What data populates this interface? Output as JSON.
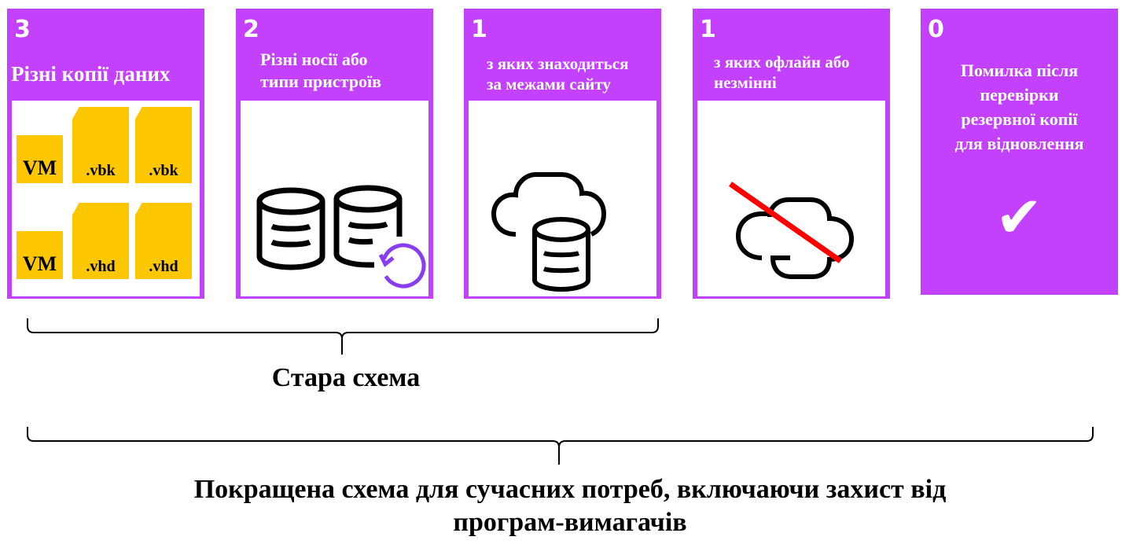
{
  "cards": [
    {
      "number": "3",
      "title": "Різні копії даних",
      "files": [
        "VM",
        ".vbk",
        ".vbk",
        "VM",
        ".vhd",
        ".vhd"
      ]
    },
    {
      "number": "2",
      "title_lines": [
        "Різні носії або",
        "типи пристроїв"
      ]
    },
    {
      "number": "1",
      "title_lines": [
        "з яких знаходиться",
        "за межами сайту"
      ]
    },
    {
      "number": "1",
      "title_lines": [
        "з яких офлайн або",
        "незмінні"
      ]
    },
    {
      "number": "0",
      "title_lines": [
        "Помилка після",
        "перевірки",
        "резервної копії",
        "для відновлення"
      ]
    }
  ],
  "braces": {
    "old_label": "Стара схема",
    "new_label_lines": [
      "Покращена схема для сучасних потреб, включаючи захист від",
      "програм-вимагачів"
    ]
  },
  "colors": {
    "accent": "#c340fc",
    "file": "#fdc700",
    "strike": "#ff0000"
  }
}
